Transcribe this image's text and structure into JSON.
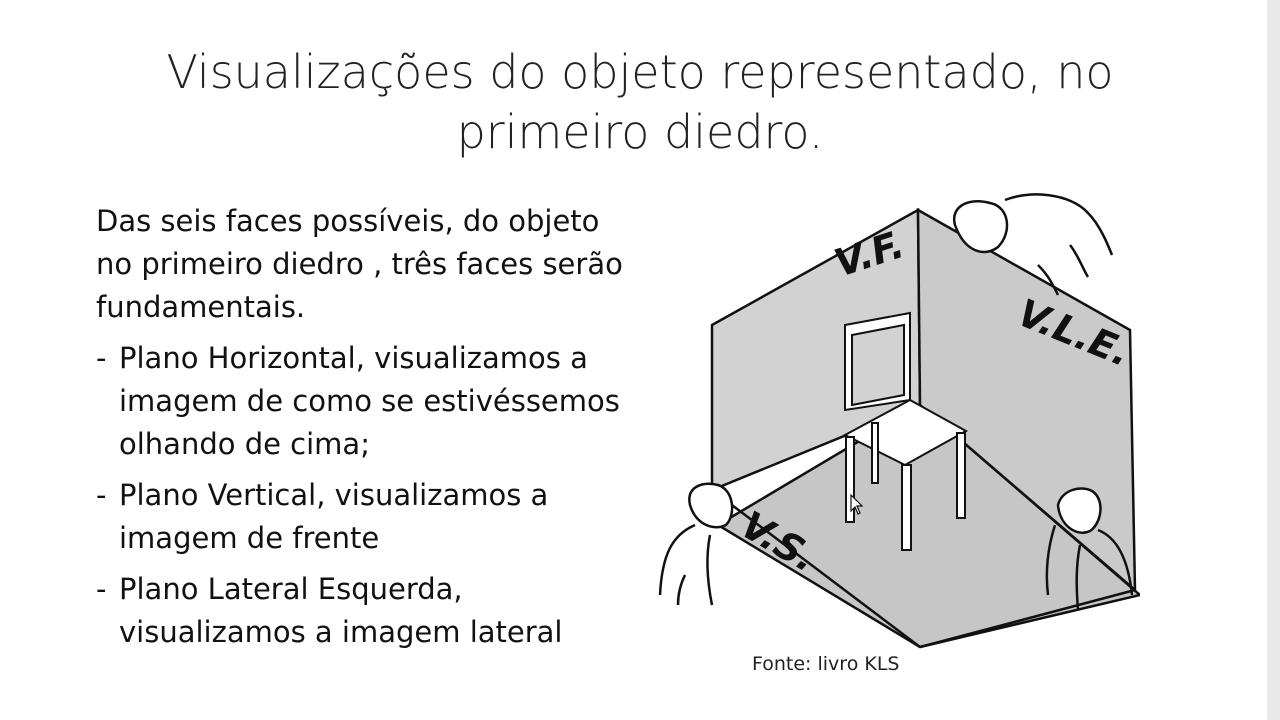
{
  "slide": {
    "title": "Visualizações do objeto representado, no primeiro diedro.",
    "intro": "Das seis faces possíveis, do objeto no primeiro diedro , três faces serão fundamentais.",
    "bullets": [
      {
        "dash": "-",
        "text": "Plano Horizontal, visualizamos a imagem de como se estivéssemos olhando de cima;"
      },
      {
        "dash": "-",
        "text": "Plano Vertical, visualizamos a imagem de frente"
      },
      {
        "dash": "-",
        "text": "Plano Lateral Esquerda, visualizamos a imagem lateral"
      }
    ],
    "source": "Fonte: livro KLS"
  },
  "figure": {
    "label_vf": "V.F.",
    "label_vle": "V.L.E.",
    "label_vs": "V.S.",
    "plane_fill": "#cfcfcf",
    "floor_fill": "#c6c6c6",
    "line_color": "#111111"
  }
}
